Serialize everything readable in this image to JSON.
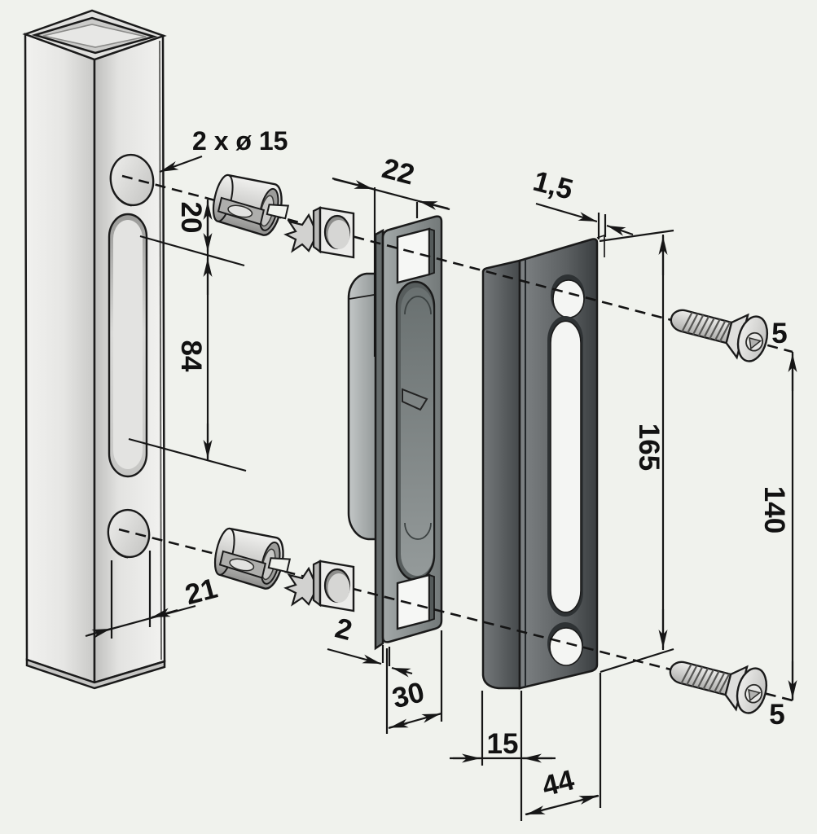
{
  "diagram": {
    "kind": "exploded-assembly-technical-drawing",
    "background_color": "#f0f2ed",
    "line_color": "#161616",
    "striker_color": "#4a4e50",
    "keeper_color": "#8b9191",
    "labels": {
      "hole_callout": "2 x ø 15",
      "post_hole_offset": "20",
      "post_slot_length": "84",
      "post_hole_inset": "21",
      "keeper_width": "22",
      "striker_thickness": "1,5",
      "screw_top_size": "5",
      "striker_height": "165",
      "screw_spacing": "140",
      "keeper_plate_thickness": "2",
      "keeper_depth": "30",
      "striker_flange_depth": "15",
      "striker_face_width": "44",
      "screw_bottom_size": "5"
    }
  }
}
